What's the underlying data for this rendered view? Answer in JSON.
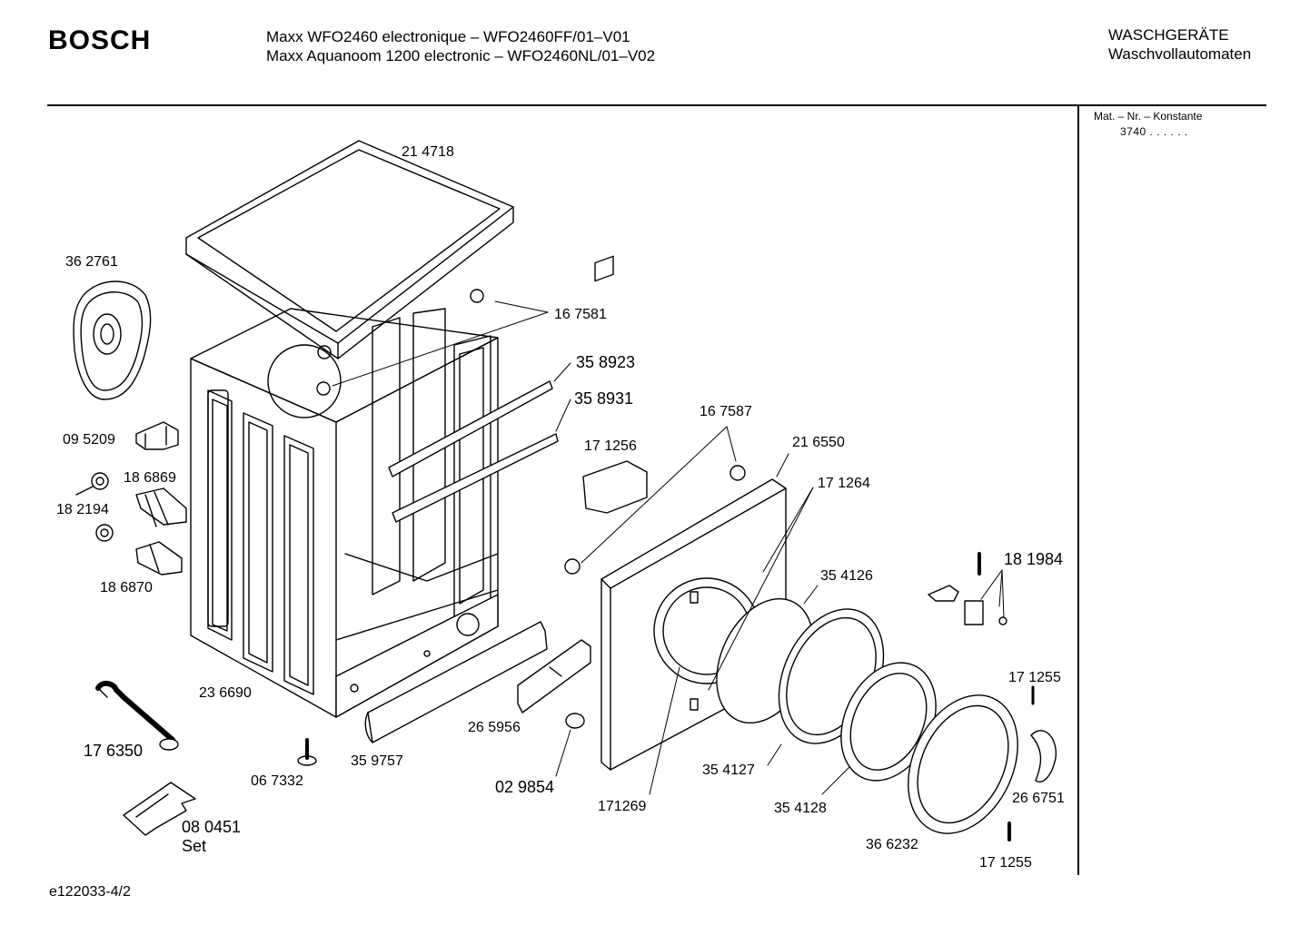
{
  "header": {
    "brand": "BOSCH",
    "model_line_1": "Maxx WFO2460 electronique – WFO2460FF/01–V01",
    "model_line_2": "Maxx Aquanoom 1200 electronic – WFO2460NL/01–V02",
    "category_line_1": "WASCHGERÄTE",
    "category_line_2": "Waschvollautomaten"
  },
  "sidebar": {
    "mat_label": "Mat. – Nr. – Konstante",
    "mat_value": "3740 .  .    .  .  .  ."
  },
  "footer": {
    "drawing_id": "e122033-4/2"
  },
  "parts": {
    "p214718": "21 4718",
    "p362761": "36 2761",
    "p167581": "16 7581",
    "p358923": "35 8923",
    "p358931": "35 8931",
    "p095209": "09 5209",
    "p186869": "18 6869",
    "p182194": "18 2194",
    "p186870": "18 6870",
    "p167587": "16 7587",
    "p171256": "17 1256",
    "p216550": "21 6550",
    "p171264": "17 1264",
    "p354126": "35 4126",
    "p181984": "18 1984",
    "p171255a": "17 1255",
    "p236690": "23 6690",
    "p176350": "17 6350",
    "p265956": "26 5956",
    "p359757": "35 9757",
    "p067332": "06 7332",
    "p029854": "02 9854",
    "p171269": "171269",
    "p354127": "35 4127",
    "p354128": "35 4128",
    "p266751": "26 6751",
    "p366232": "36 6232",
    "p171255b": "17 1255",
    "p080451": "08 0451",
    "set_label": "Set"
  }
}
